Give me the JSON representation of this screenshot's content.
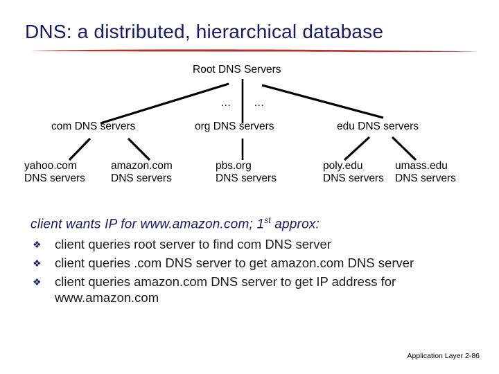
{
  "slide": {
    "title": "DNS: a distributed, hierarchical database",
    "title_color": "#151a64",
    "rule_color": "#c0392b",
    "footer": "Application Layer 2-86"
  },
  "diagram": {
    "root": "Root DNS Servers",
    "ellipsis_left": "…",
    "ellipsis_right": "…",
    "tlds": [
      {
        "label": "com DNS servers"
      },
      {
        "label": "org DNS servers"
      },
      {
        "label": "edu DNS servers"
      }
    ],
    "authoritative": [
      {
        "line1": "yahoo.com",
        "line2": "DNS servers"
      },
      {
        "line1": "amazon.com",
        "line2": "DNS servers"
      },
      {
        "line1": "pbs.org",
        "line2": "DNS servers"
      },
      {
        "line1": "poly.edu",
        "line2": "DNS servers"
      },
      {
        "line1": "umass.edu",
        "line2": "DNS servers"
      }
    ]
  },
  "body": {
    "lead_prefix": "client wants IP for www.amazon.com; 1",
    "lead_sup": "st",
    "lead_suffix": " approx:",
    "bullet_marker": "floret-bullet",
    "bullets": [
      "client queries root server to find com DNS server",
      "client queries .com DNS server to get amazon.com DNS server",
      "client queries amazon.com DNS server to get  IP address for www.amazon.com"
    ]
  }
}
